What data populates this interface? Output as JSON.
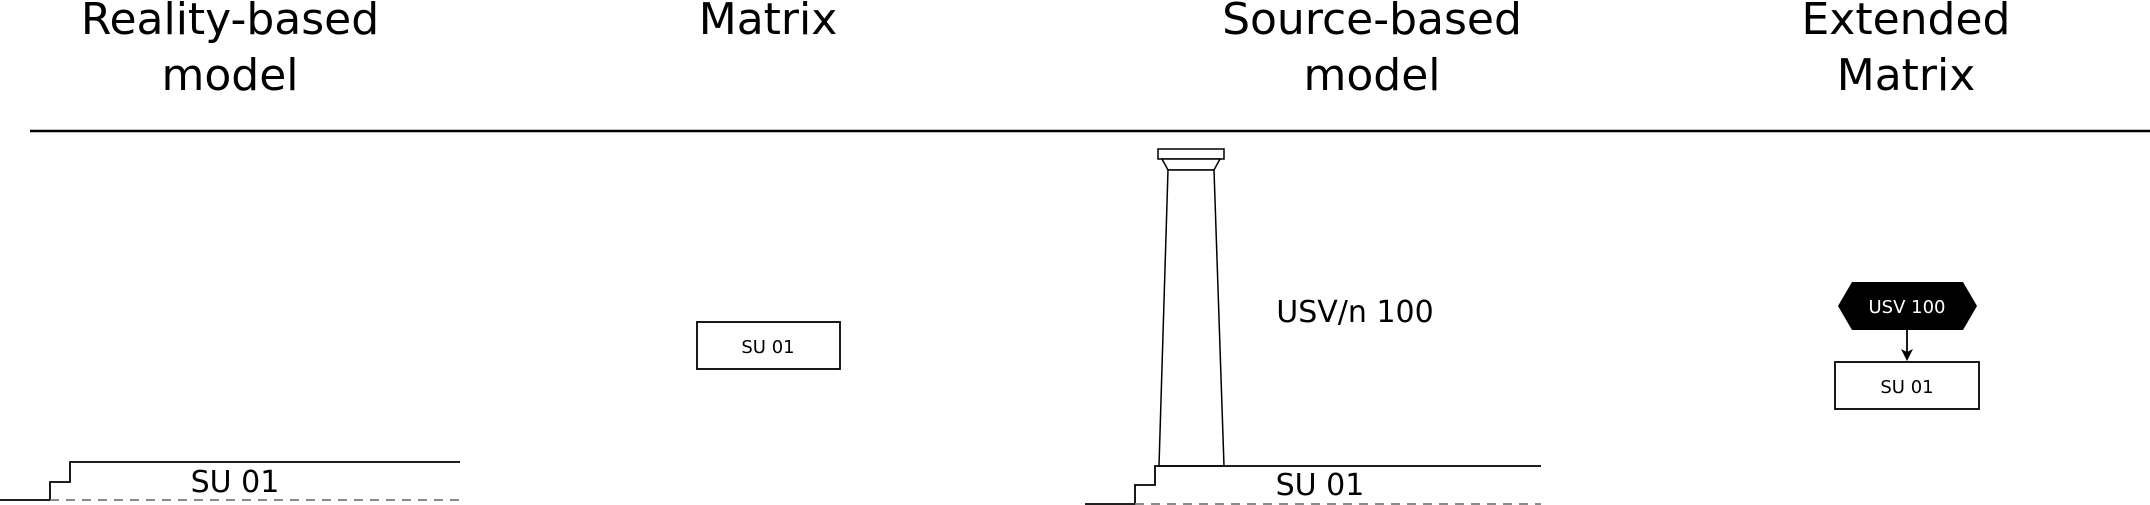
{
  "headers": {
    "reality": "Reality-based\nmodel",
    "matrix": "Matrix",
    "source": "Source-based\nmodel",
    "extended": "Extended\nMatrix"
  },
  "reality_model": {
    "su_label": "SU 01"
  },
  "matrix": {
    "su_node": "SU 01"
  },
  "source_model": {
    "usv_label": "USV/n 100",
    "su_label": "SU 01"
  },
  "extended_matrix": {
    "usv_node": "USV 100",
    "su_node": "SU 01"
  },
  "colors": {
    "ink": "#000000",
    "background": "#ffffff",
    "usv_fill": "#000000",
    "usv_text": "#ffffff",
    "dashed": "#7a7a7a"
  }
}
